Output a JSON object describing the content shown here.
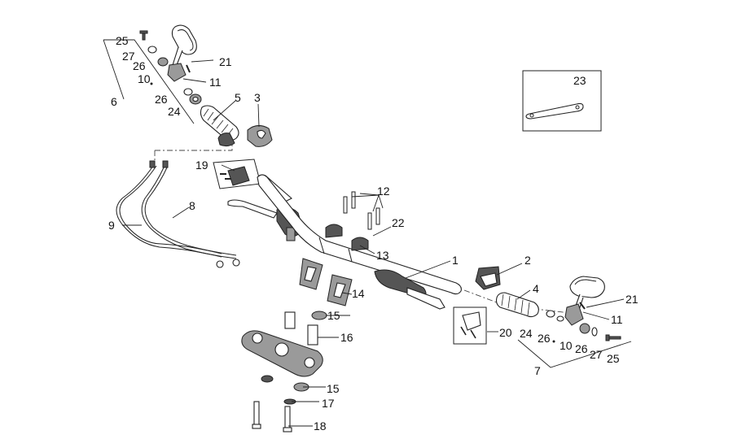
{
  "labels": {
    "p1": "1",
    "p2": "2",
    "p3": "3",
    "p4": "4",
    "p5": "5",
    "p6": "6",
    "p7": "7",
    "p8": "8",
    "p9": "9",
    "p10a": "10",
    "p10b": "10",
    "p11a": "11",
    "p11b": "11",
    "p12": "12",
    "p13": "13",
    "p14": "14",
    "p15a": "15",
    "p15b": "15",
    "p16": "16",
    "p17": "17",
    "p18": "18",
    "p19": "19",
    "p20": "20",
    "p21a": "21",
    "p21b": "21",
    "p22": "22",
    "p23": "23",
    "p24a": "24",
    "p24b": "24",
    "p25a": "25",
    "p25b": "25",
    "p26a": "26",
    "p26b": "26",
    "p26c": "26",
    "p26d": "26",
    "p27a": "27",
    "p27b": "27"
  }
}
